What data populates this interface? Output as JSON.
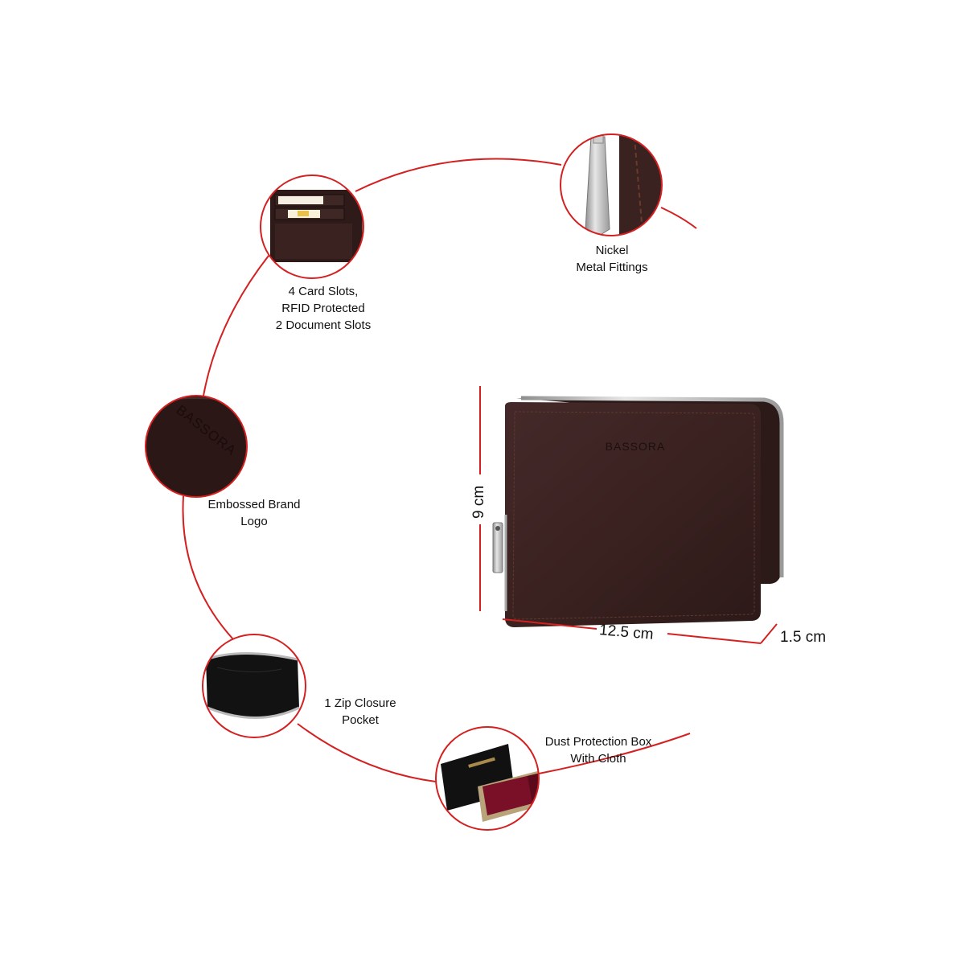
{
  "features": [
    {
      "id": "card-slots",
      "lines": [
        "4 Card Slots,",
        "RFID Protected",
        "2 Document Slots"
      ]
    },
    {
      "id": "nickel-fittings",
      "lines": [
        "Nickel",
        "Metal Fittings"
      ]
    },
    {
      "id": "embossed-logo",
      "lines": [
        "Embossed Brand",
        "Logo"
      ]
    },
    {
      "id": "zip-pocket",
      "lines": [
        "1 Zip Closure",
        "Pocket"
      ]
    },
    {
      "id": "dust-box",
      "lines": [
        "Dust Protection Box",
        "With Cloth"
      ]
    }
  ],
  "dimensions": {
    "height": "9 cm",
    "width": "12.5 cm",
    "depth": "1.5 cm"
  },
  "brand_emboss": "BASSORA",
  "colors": {
    "accent_red": "#d42020",
    "leather_brown": "#3a2220",
    "leather_dark": "#241413",
    "zipper_metal": "#b8b8b8",
    "box_red": "#7a1028"
  }
}
